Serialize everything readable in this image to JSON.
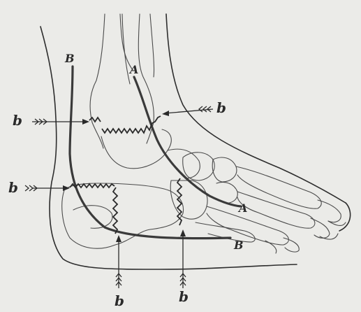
{
  "labels": {
    "B_top": "B",
    "B_bottom": "B",
    "A_top": "A",
    "A_bottom": "A",
    "b_left_upper": "b",
    "b_left_lower": "b",
    "b_right": "b",
    "b_bottom_left": "b",
    "b_bottom_right": "b"
  }
}
